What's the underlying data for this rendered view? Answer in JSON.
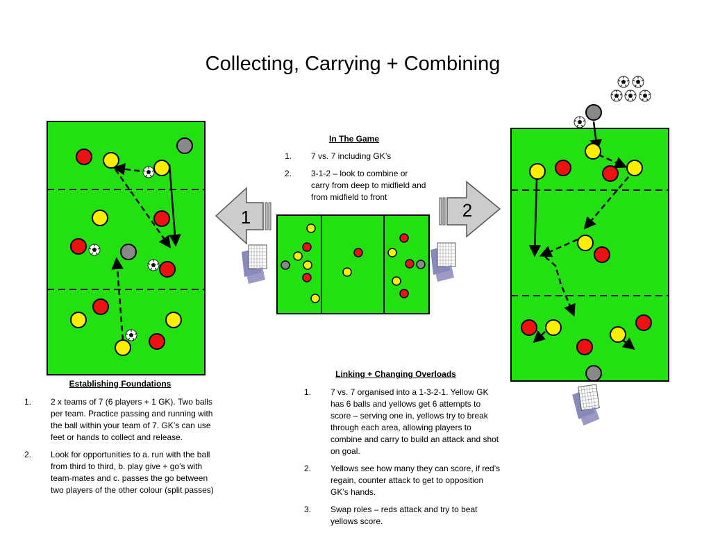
{
  "title": "Collecting, Carrying + Combining",
  "colors": {
    "pitch": "#22e012",
    "red": "#ee1111",
    "yellow": "#ffee00",
    "grey": "#888888",
    "arrow_fill": "#cccccc",
    "goal": "#8888bb"
  },
  "icons": [
    "soccer-ball-icon",
    "goal-net-icon",
    "arrow-left-icon",
    "arrow-right-icon"
  ],
  "in_the_game": {
    "heading": "In The Game",
    "items": [
      {
        "num": "1.",
        "text": "7 vs. 7 including GK’s"
      },
      {
        "num": "2.",
        "text": "3-1-2 –  look to combine or carry from deep to midfield and from midfield to front"
      }
    ]
  },
  "arrows": {
    "left_label": "1",
    "right_label": "2"
  },
  "establishing": {
    "heading": "Establishing Foundations",
    "items": [
      {
        "num": "1.",
        "text": "2 x teams of 7 (6 players + 1 GK).  Two balls per team. Practice passing and running with the ball within your team of 7. GK’s can use feet or hands to collect and release."
      },
      {
        "num": "2.",
        "text": "Look for opportunities to a. run with the ball from third to third, b. play give + go’s with team-mates and c. passes the go between two players of the other colour (split passes)"
      }
    ]
  },
  "linking": {
    "heading": "Linking + Changing Overloads",
    "items": [
      {
        "num": "1.",
        "text": "7 vs. 7 organised into a 1-3-2-1. Yellow GK has 6 balls and yellows get 6 attempts to score – serving one in, yellows try to break through each area, allowing players to combine and carry to build an attack and shot on goal."
      },
      {
        "num": "2.",
        "text": "Yellows see how many they can score, if red’s regain, counter attack to get to opposition GK’s hands."
      },
      {
        "num": "3.",
        "text": "Swap roles – reds attack and try to beat yellows score."
      }
    ]
  }
}
